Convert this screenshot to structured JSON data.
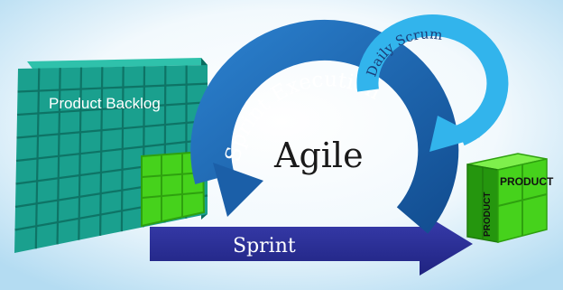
{
  "labels": {
    "backlog": "Product Backlog",
    "sprint_execution": "Sprint Execution",
    "daily_scrum": "Daily Scrum",
    "agile": "Agile",
    "sprint": "Sprint",
    "product_top": "PRODUCT",
    "product_side": "PRODUCT"
  },
  "colors": {
    "backlog_front": "#1aa08e",
    "backlog_top": "#2fc1ab",
    "backlog_side": "#0b6d60",
    "green_front": "#46d21c",
    "green_top": "#7ef04c",
    "green_side": "#25960e",
    "loop_blue": "#1b5fa8",
    "loop_light": "#32b4ec",
    "sprint_arrow": "#2b2f99"
  }
}
